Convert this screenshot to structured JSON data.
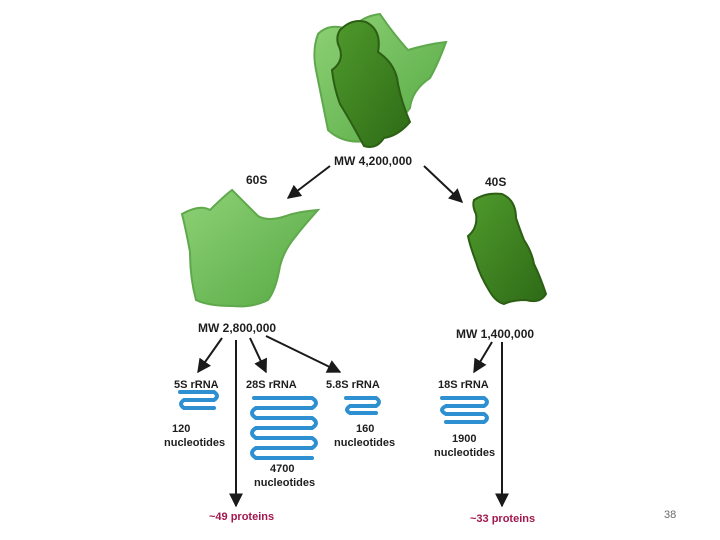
{
  "ribosome": {
    "whole_mw": "MW 4,200,000",
    "large_subunit": {
      "label": "60S",
      "mw": "MW 2,800,000",
      "proteins": "~49 proteins"
    },
    "small_subunit": {
      "label": "40S",
      "mw": "MW 1,400,000",
      "proteins": "~33 proteins"
    }
  },
  "rnas": [
    {
      "name": "5S rRNA",
      "count": "120",
      "unit": "nucleotides"
    },
    {
      "name": "28S rRNA",
      "count": "4700",
      "unit": "nucleotides"
    },
    {
      "name": "5.8S rRNA",
      "count": "160",
      "unit": "nucleotides"
    },
    {
      "name": "18S rRNA",
      "count": "1900",
      "unit": "nucleotides"
    }
  ],
  "page_number": "38",
  "colors": {
    "large_light": "#6cbd58",
    "small_dark": "#3f8420",
    "rna_blue": "#2e8fd1",
    "protein_text": "#a3174d",
    "arrow": "#1a1a1a"
  }
}
